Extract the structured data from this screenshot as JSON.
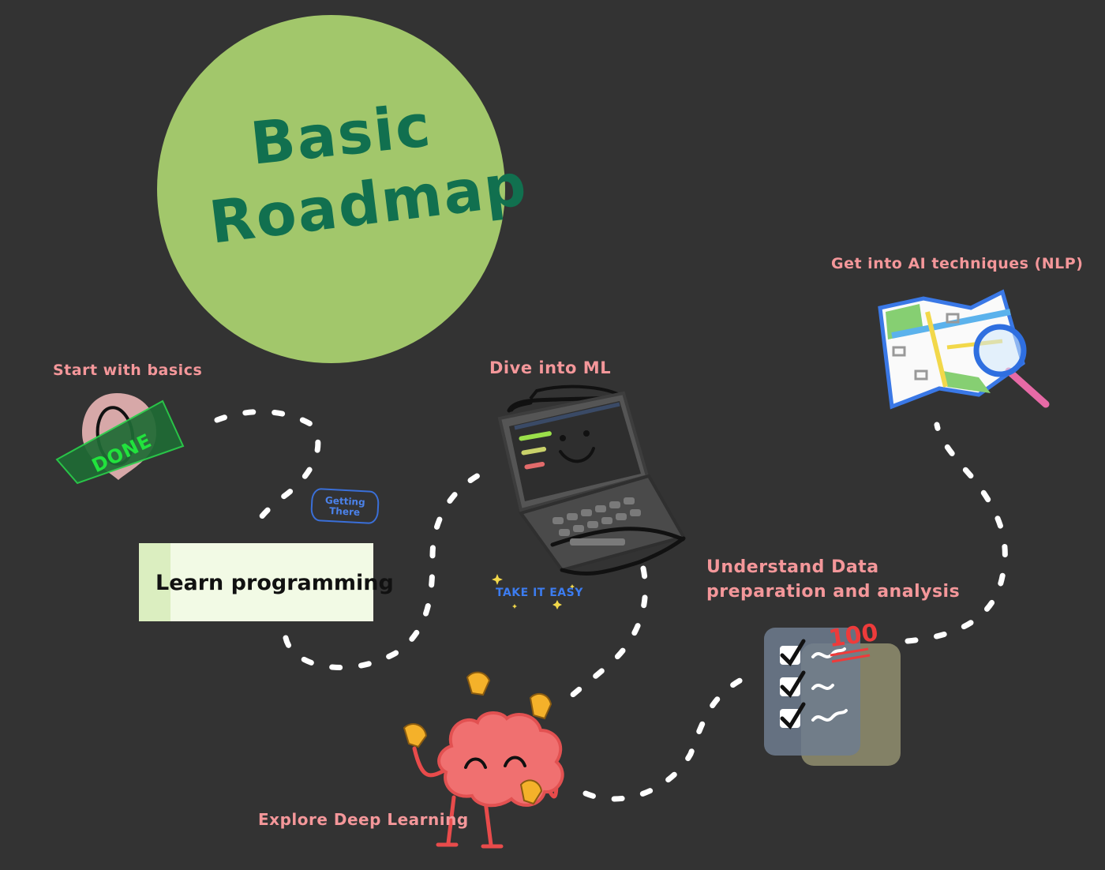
{
  "title": {
    "line1": "Basic",
    "line2": "Roadmap"
  },
  "steps": {
    "start": "Start with basics",
    "learn": "Learn programming",
    "ml": "Dive into ML",
    "data_line1": "Understand Data",
    "data_line2": "preparation and analysis",
    "ai": "Get into AI techniques (NLP)",
    "dl": "Explore Deep Learning"
  },
  "stickers": {
    "done": "DONE",
    "getting_line1": "Getting",
    "getting_line2": "There",
    "take_it_easy": "TAKE IT EASY",
    "hundred": "100"
  },
  "colors": {
    "background": "#333333",
    "circle": "#a2c76b",
    "title": "#11704f",
    "label": "#f4979a",
    "path": "#ffffff"
  }
}
